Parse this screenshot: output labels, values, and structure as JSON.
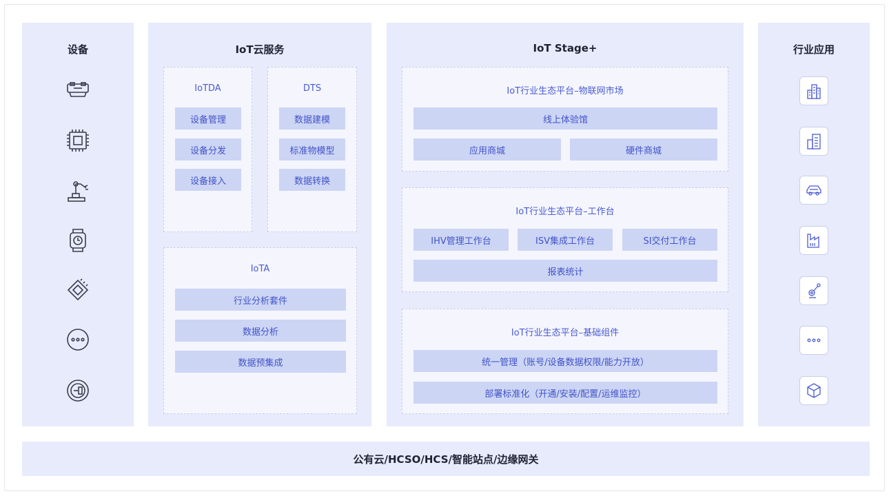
{
  "devices": {
    "title": "设备",
    "icons": [
      "router-icon",
      "chip-icon",
      "robot-arm-icon",
      "smartwatch-icon",
      "sensor-module-icon",
      "more-icon",
      "meter-icon"
    ]
  },
  "cloud": {
    "title": "IoT云服务",
    "iotda": {
      "title": "IoTDA",
      "items": [
        "设备管理",
        "设备分发",
        "设备接入"
      ]
    },
    "dts": {
      "title": "DTS",
      "items": [
        "数据建模",
        "标准物模型",
        "数据转换"
      ]
    },
    "iota": {
      "title": "IoTA",
      "items": [
        "行业分析套件",
        "数据分析",
        "数据预集成"
      ]
    }
  },
  "stage": {
    "title": "IoT Stage+",
    "market": {
      "title": "IoT行业生态平台–物联网市场",
      "items": [
        "线上体验馆",
        "应用商城",
        "硬件商城"
      ]
    },
    "workbench": {
      "title": "IoT行业生态平台–工作台",
      "items": [
        "IHV管理工作台",
        "ISV集成工作台",
        "SI交付工作台",
        "报表统计"
      ]
    },
    "base": {
      "title": "IoT行业生态平台–基础组件",
      "items": [
        "统一管理（账号/设备数据权限/能力开放）",
        "部署标准化（开通/安装/配置/运维监控）"
      ]
    }
  },
  "industry": {
    "title": "行业应用",
    "icons": [
      "city-buildings-icon",
      "office-building-icon",
      "car-icon",
      "factory-icon",
      "robot-arm-icon",
      "more-icon",
      "cube-icon"
    ]
  },
  "bottom": {
    "label": "公有云/HCSO/HCS/智能站点/边缘网关"
  }
}
